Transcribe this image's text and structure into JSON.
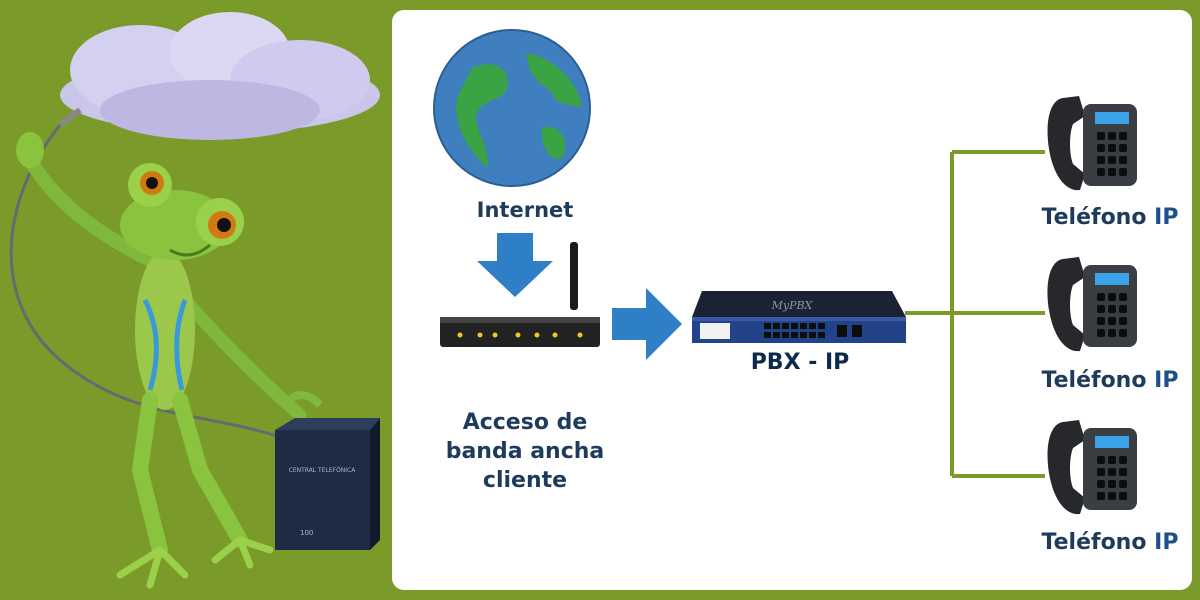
{
  "colors": {
    "background": "#7a9a2a",
    "panel": "#ffffff",
    "connector": "#7a9a2a",
    "arrow": "#2e7fc6",
    "label": "#1f3b5c"
  },
  "labels": {
    "internet": "Internet",
    "access": "Acceso de\nbanda ancha\ncliente",
    "pbx": "PBX - IP",
    "pbx_brand": "MyPBX",
    "central_box": "CENTRAL TELEFÓNICA",
    "central_model": "100"
  },
  "phones": [
    {
      "label_main": "Teléfono",
      "label_suffix": "IP"
    },
    {
      "label_main": "Teléfono",
      "label_suffix": "IP"
    },
    {
      "label_main": "Teléfono",
      "label_suffix": "IP"
    }
  ],
  "icons": [
    "cloud-icon",
    "frog-illustration",
    "globe-icon",
    "router-icon",
    "pbx-device-icon",
    "ip-phone-icon",
    "arrow-down-icon",
    "arrow-right-icon"
  ]
}
